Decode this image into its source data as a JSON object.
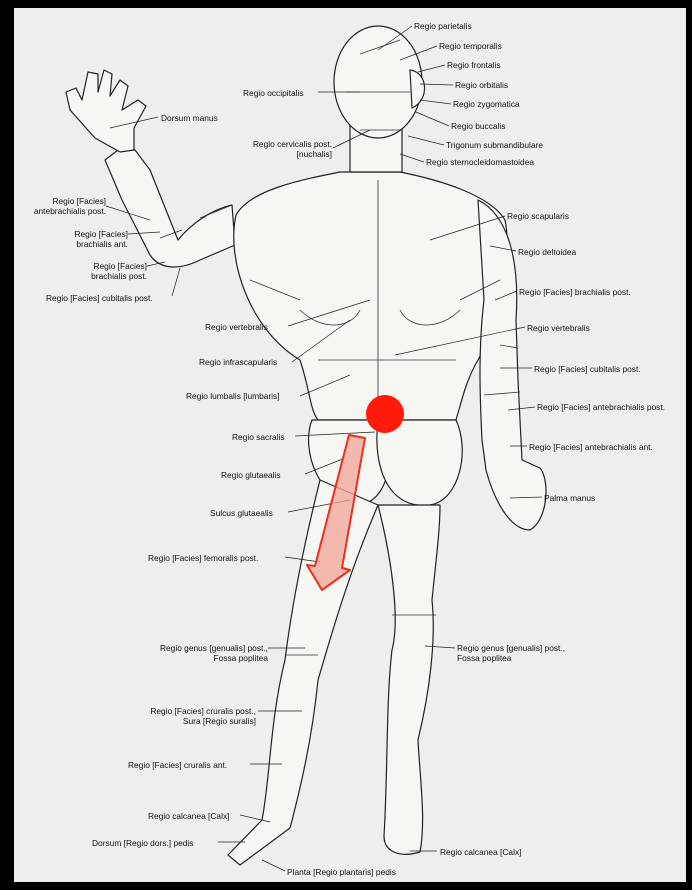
{
  "labels": {
    "regio_parietalis": "Regio parietalis",
    "regio_temporalis": "Regio temporalis",
    "regio_frontalis": "Regio frontalis",
    "regio_orbitalis": "Regio orbitalis",
    "regio_zygomatica": "Regio zygomatica",
    "regio_occipitalis": "Regio occipitalis",
    "regio_buccalis": "Regio buccalis",
    "dorsum_manus": "Dorsum manus",
    "regio_cervicalis_post_1": "Regio cervicalis post.",
    "regio_cervicalis_post_2": "[nuchalis]",
    "trigonum_submandibulare": "Trigonum submandibulare",
    "regio_sternocleidomastoidea": "Regio sternocleidomastoidea",
    "antebrachialis_post_left_1": "Regio [Facies]",
    "antebrachialis_post_left_2": "antebrachialis post.",
    "brachialis_ant_left_1": "Regio [Facies]",
    "brachialis_ant_left_2": "brachialis ant.",
    "brachialis_post_left_1": "Regio [Facies]",
    "brachialis_post_left_2": "brachialis post.",
    "cubitalis_post_left": "Regio [Facies] cubitalis post.",
    "regio_scapularis": "Regio scapularis",
    "regio_deltoidea": "Regio deltoidea",
    "brachialis_post_right": "Regio [Facies] brachialis post.",
    "regio_vertebralis_left": "Regio vertebralis",
    "regio_vertebralis_right": "Regio vertebralis",
    "regio_infrascapularis": "Regio infrascapularis",
    "cubitalis_post_right": "Regio [Facies] cubitalis post.",
    "regio_lumbalis": "Regio lumbalis [lumbaris]",
    "antebrachialis_post_right": "Regio [Facies] antebrachialis post.",
    "regio_sacralis": "Regio sacralis",
    "antebrachialis_ant_right": "Regio [Facies] antebrachialis ant.",
    "regio_glutaealis": "Regio glutaealis",
    "palma_manus": "Palma manus",
    "sulcus_glutaealis": "Sulcus glutaealis",
    "femoralis_post": "Regio [Facies] femoralis post.",
    "genus_post_left_1": "Regio genus [genualis] post.,",
    "genus_post_left_2": "Fossa poplitea",
    "genus_post_right_1": "Regio genus [genualis] post.,",
    "genus_post_right_2": "Fossa poplitea",
    "cruralis_post_1": "Regio [Facies]   cruralis post.,",
    "cruralis_post_2": "Sura [Regio suralis]",
    "cruralis_ant": "Regio [Facies] cruralis ant.",
    "calcanea_left": "Regio calcanea [Calx]",
    "dorsum_pedis": "Dorsum [Regio dors.] pedis",
    "calcanea_right": "Regio calcanea [Calx]",
    "planta_pedis": "Planta [Regio plantaris] pedis"
  },
  "colors": {
    "marker": "#ff1a0a",
    "arrow_fill": "#f2a397",
    "arrow_stroke": "#e8321c",
    "paper": "#eeeeec",
    "background": "#000000"
  }
}
